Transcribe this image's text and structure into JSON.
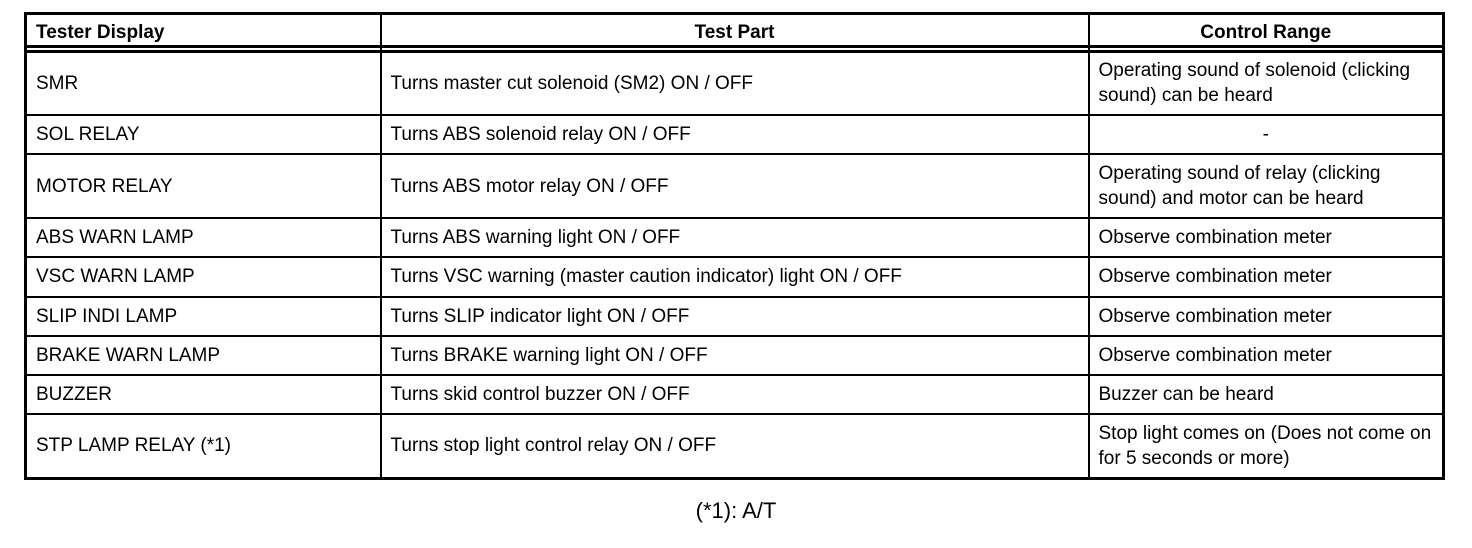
{
  "table": {
    "columns": [
      {
        "key": "tester_display",
        "label": "Tester Display",
        "align": "left"
      },
      {
        "key": "test_part",
        "label": "Test Part",
        "align": "center"
      },
      {
        "key": "control_range",
        "label": "Control Range",
        "align": "center"
      }
    ],
    "rows": [
      {
        "tester_display": "SMR",
        "test_part": "Turns master cut solenoid (SM2) ON / OFF",
        "control_range": "Operating sound of solenoid (clicking sound) can be heard",
        "height": "tall"
      },
      {
        "tester_display": "SOL RELAY",
        "test_part": "Turns ABS solenoid relay ON / OFF",
        "control_range": "-",
        "height": "short"
      },
      {
        "tester_display": "MOTOR RELAY",
        "test_part": "Turns ABS motor relay ON / OFF",
        "control_range": "Operating sound of relay (clicking sound) and motor can be heard",
        "height": "tall"
      },
      {
        "tester_display": "ABS WARN LAMP",
        "test_part": "Turns ABS warning light ON / OFF",
        "control_range": "Observe combination meter",
        "height": "short"
      },
      {
        "tester_display": "VSC WARN LAMP",
        "test_part": "Turns VSC warning (master caution indicator) light ON / OFF",
        "control_range": "Observe combination meter",
        "height": "short"
      },
      {
        "tester_display": "SLIP INDI LAMP",
        "test_part": "Turns SLIP indicator light ON / OFF",
        "control_range": "Observe combination meter",
        "height": "short"
      },
      {
        "tester_display": "BRAKE WARN LAMP",
        "test_part": "Turns BRAKE warning light ON / OFF",
        "control_range": "Observe combination meter",
        "height": "short"
      },
      {
        "tester_display": "BUZZER",
        "test_part": "Turns skid control buzzer ON / OFF",
        "control_range": "Buzzer can be heard",
        "height": "short"
      },
      {
        "tester_display": "STP LAMP RELAY (*1)",
        "test_part": "Turns stop light control relay ON / OFF",
        "control_range": "Stop light comes on (Does not come on for 5 seconds or more)",
        "height": "tall"
      }
    ]
  },
  "footnote": {
    "text": "(*1): A/T"
  },
  "colors": {
    "rule": "#000000",
    "text": "#000000",
    "background": "#ffffff"
  }
}
